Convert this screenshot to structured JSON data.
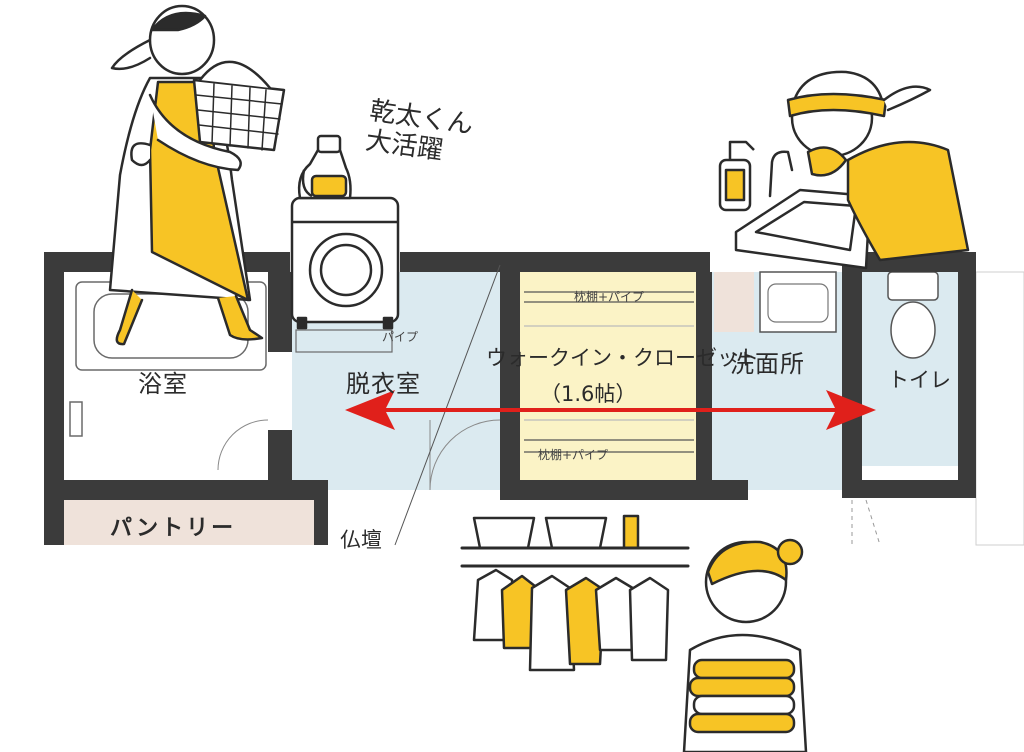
{
  "colors": {
    "wall": "#3b3b3b",
    "room_blue": "#dbeaf0",
    "closet_yellow": "#fbf3c6",
    "pantry_beige": "#efe2da",
    "arrow_red": "#e0201b",
    "accent_yellow": "#f7c425",
    "line": "#2b2b2b"
  },
  "rooms": {
    "bath": "浴室",
    "dressing": "脱衣室",
    "closet": "ウォークイン・クローゼット",
    "closet_size": "（1.6帖）",
    "washroom": "洗面所",
    "toilet": "トイレ",
    "pantry": "パントリー",
    "partial_label": "仏壇"
  },
  "annotations": {
    "shelf_pipe_top": "枕棚+パイプ",
    "shelf_pipe_bottom": "枕棚+パイプ",
    "pipe": "パイプ"
  },
  "caption": {
    "line1": "乾太くん",
    "line2": "大活躍"
  },
  "illustrations": {
    "woman_left": "woman-with-laundry-basket-illustration",
    "dryer": "gas-dryer-illustration",
    "detergent": "detergent-bottle-illustration",
    "woman_right": "woman-washing-face-illustration",
    "soap": "soap-dispenser-illustration",
    "clothes": "hanging-clothes-rack-illustration",
    "girl": "girl-holding-towels-illustration"
  }
}
